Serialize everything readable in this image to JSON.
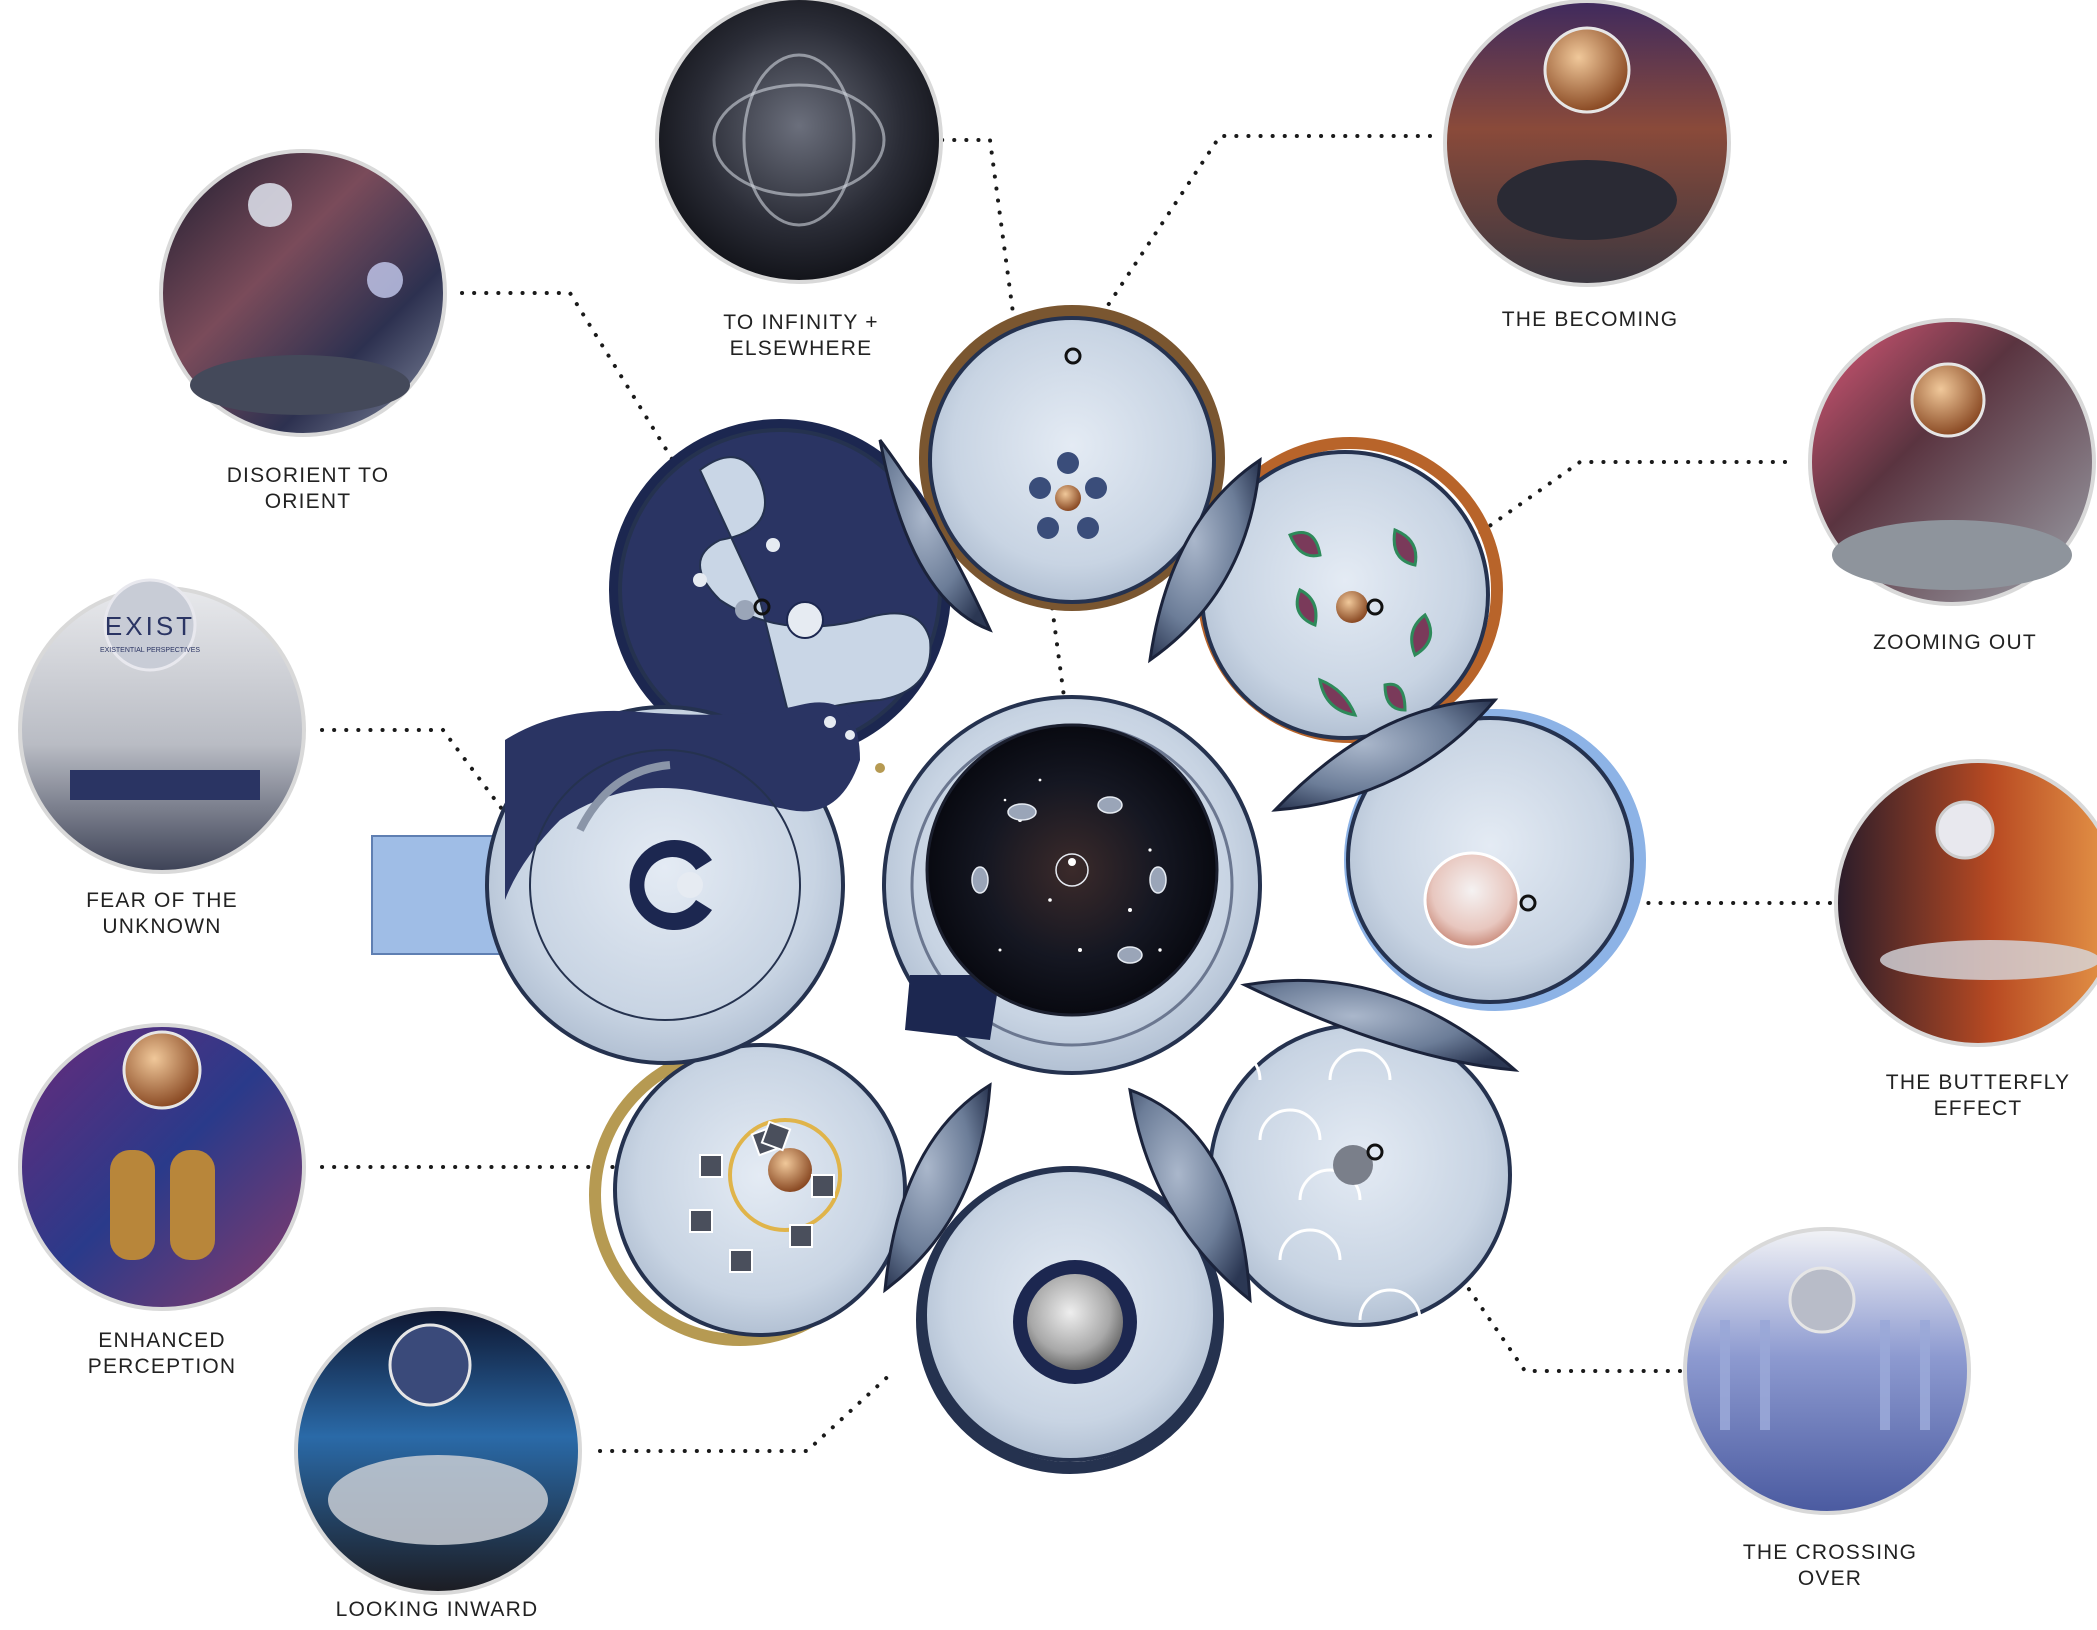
{
  "diagram": {
    "title": "",
    "stations": [
      {
        "id": "to-infinity",
        "label": "TO INFINITY +\nELSEWHERE",
        "scene": "stars"
      },
      {
        "id": "the-becoming",
        "label": "THE BECOMING",
        "scene": "warm"
      },
      {
        "id": "disorient",
        "label": "DISORIENT TO\nORIENT",
        "scene": "nebula"
      },
      {
        "id": "zooming-out",
        "label": "ZOOMING OUT",
        "scene": "pink"
      },
      {
        "id": "fear-unknown",
        "label": "FEAR OF THE\nUNKNOWN",
        "scene": "gallery"
      },
      {
        "id": "butterfly",
        "label": "THE BUTTERFLY\nEFFECT",
        "scene": "fire"
      },
      {
        "id": "enhanced",
        "label": "ENHANCED\nPERCEPTION",
        "scene": "galaxy"
      },
      {
        "id": "crossing",
        "label": "THE CROSSING\nOVER",
        "scene": "blue"
      },
      {
        "id": "looking-inward",
        "label": "LOOKING INWARD",
        "scene": "earth"
      }
    ],
    "thumbnail_text": {
      "exist_title": "EXIST",
      "exist_subtitle": "EXISTENTIAL PERSPECTIVES"
    },
    "colors": {
      "petal_fill": "#c9d6e6",
      "petal_edge": "#25324f",
      "navy": "#1c2750",
      "orange_rim": "#b8642a",
      "brown_rim": "#7a5630",
      "light_blue_rim": "#8db3e6",
      "gold_rim": "#b69a52",
      "leader": "#1a1a1a"
    }
  }
}
